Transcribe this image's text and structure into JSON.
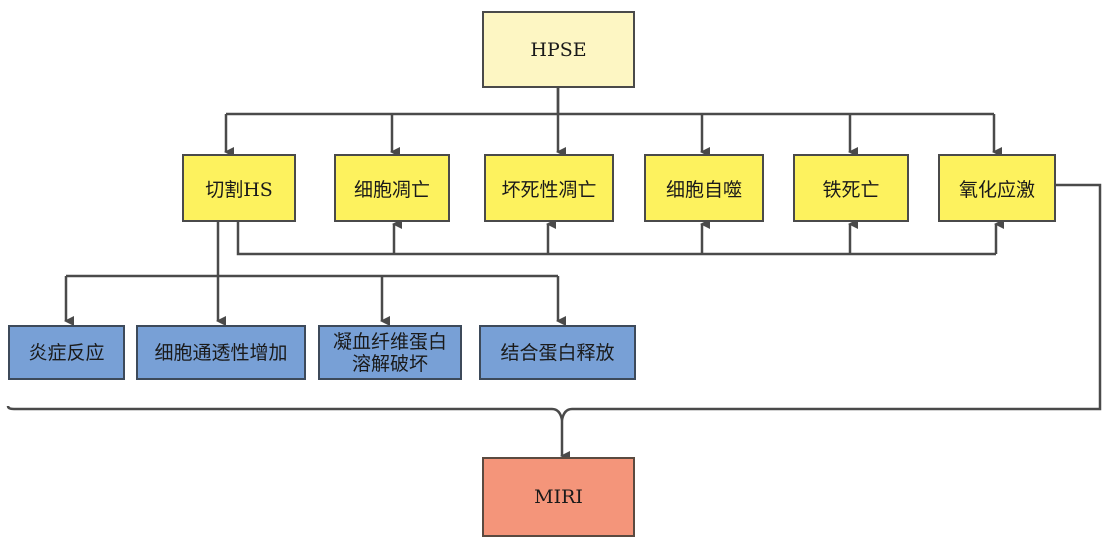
{
  "diagram": {
    "root": {
      "label": "HPSE"
    },
    "mechanisms": [
      {
        "label": "切割HS"
      },
      {
        "label": "细胞凋亡"
      },
      {
        "label": "坏死性凋亡"
      },
      {
        "label": "细胞自噬"
      },
      {
        "label": "铁死亡"
      },
      {
        "label": "氧化应激"
      }
    ],
    "effects": [
      {
        "label": "炎症反应"
      },
      {
        "label": "细胞通透性增加"
      },
      {
        "label": "凝血纤维蛋白\n溶解破坏"
      },
      {
        "label": "结合蛋白释放"
      }
    ],
    "outcome": {
      "label": "MIRI"
    }
  },
  "colors": {
    "root_fill": "#fdf6c3",
    "mechanism_fill": "#fdf25e",
    "effect_fill": "#78a0d6",
    "outcome_fill": "#f4957a",
    "line": "#4a4a4a"
  }
}
